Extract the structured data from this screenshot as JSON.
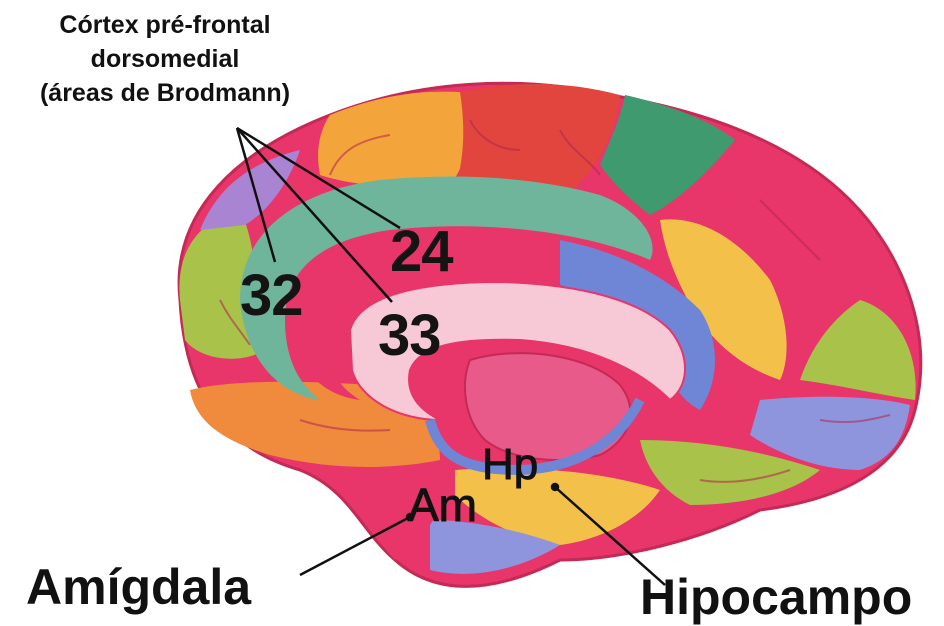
{
  "title": {
    "line1": "Córtex pré-frontal",
    "line2": "dorsomedial",
    "line3": "(áreas de Brodmann)"
  },
  "areas": {
    "a24": "24",
    "a32": "32",
    "a33": "33"
  },
  "structures": {
    "hp_abbr": "Hp",
    "am_abbr": "Am"
  },
  "labels": {
    "amygdala": "Amígdala",
    "hippocampus": "Hipocampo"
  },
  "colors": {
    "pink": "#e8356a",
    "red": "#e2453e",
    "orange": "#f08a3c",
    "yellow": "#f3c14a",
    "green": "#a9c24a",
    "teal": "#6fb59b",
    "blue": "#6f86d6",
    "purple": "#a884d2",
    "light_pink": "#f7c9d6"
  }
}
